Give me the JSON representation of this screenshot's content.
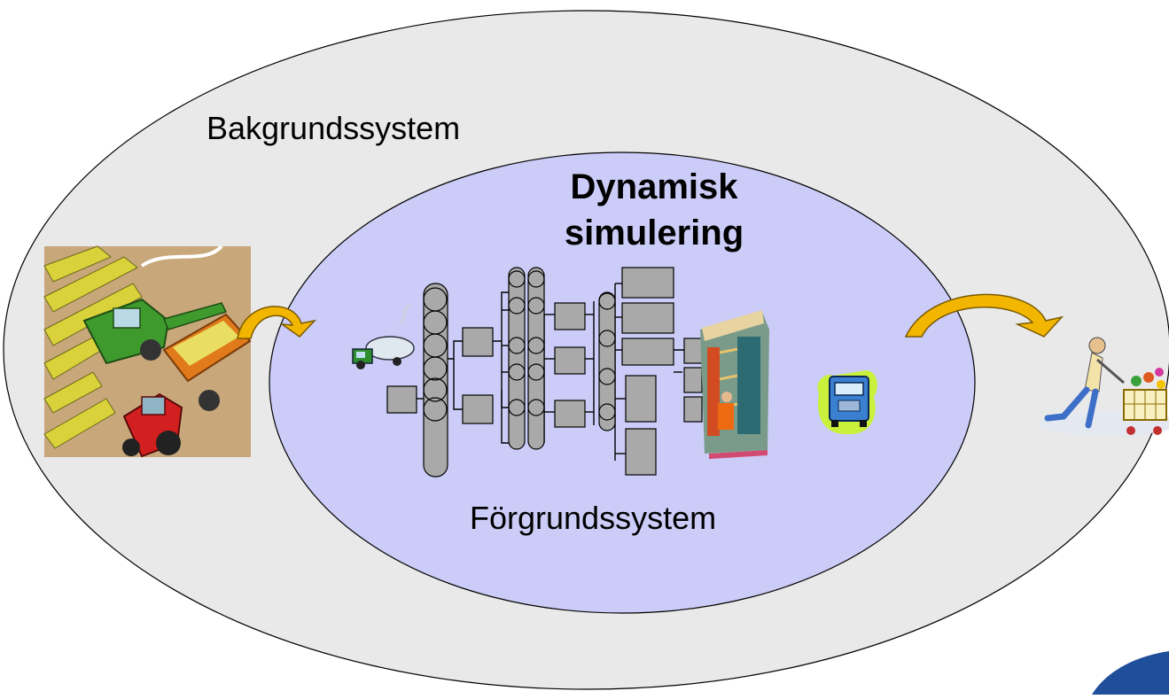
{
  "colors": {
    "outer_fill": "#e9e9ea",
    "inner_fill": "#ccccf8",
    "box_fill": "#a9a9a9",
    "arrow_fill": "#f2b600",
    "corner_blue": "#1f4e9a"
  },
  "diagram": {
    "outer_label": "Bakgrundssystem",
    "inner_title_line1": "Dynamisk",
    "inner_title_line2": "simulering",
    "inner_label": "Förgrundssystem"
  },
  "icons": {
    "farm": "harvester-tractor-clipart",
    "tanker": "tanker-truck-clipart",
    "warehouse": "warehouse-worker-clipart",
    "truck": "delivery-truck-clipart",
    "shopper": "shopper-with-cart-clipart",
    "arrow": "curved-arrow"
  }
}
